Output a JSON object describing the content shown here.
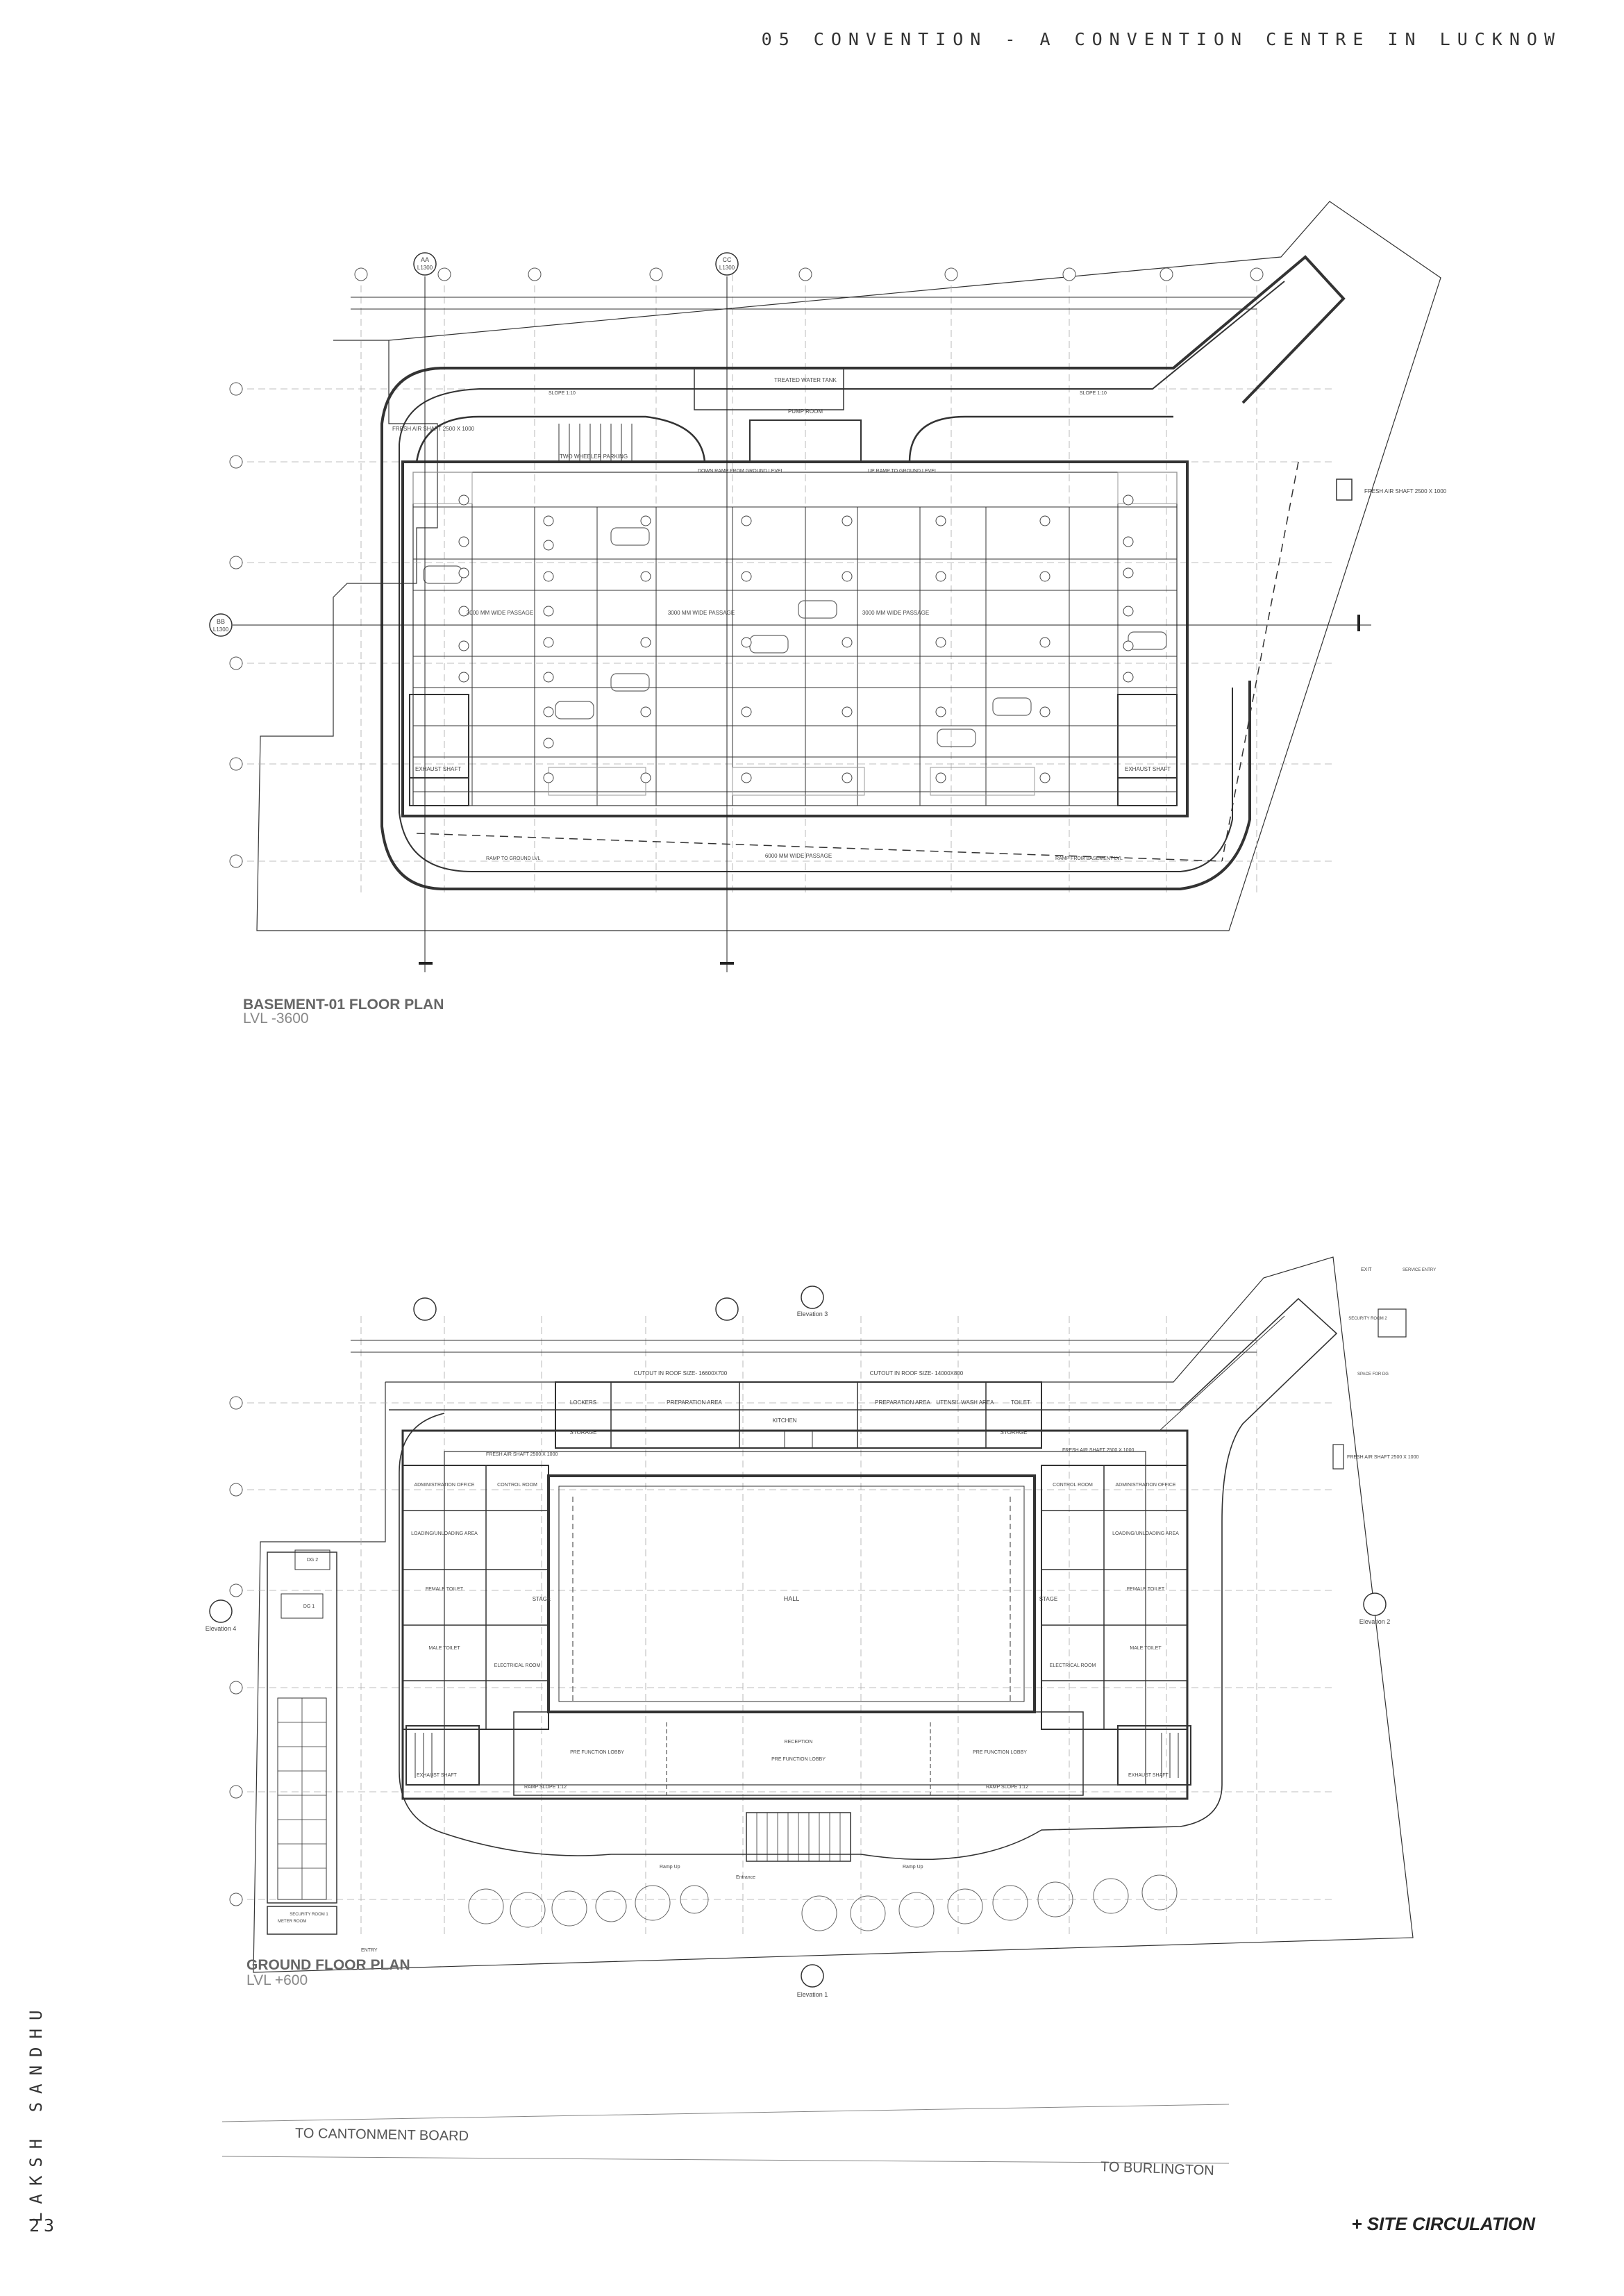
{
  "header": {
    "title": "05 CONVENTION - A CONVENTION CENTRE IN LUCKNOW"
  },
  "basement_plan": {
    "title": "BASEMENT-01 FLOOR PLAN",
    "level": "LVL -3600",
    "labels": {
      "passage_left": "3000 MM WIDE PASSAGE",
      "passage_mid": "3000 MM WIDE PASSAGE",
      "passage_right": "3000 MM WIDE PASSAGE",
      "passage_bottom": "6000 MM WIDE PASSAGE",
      "pump_room": "PUMP ROOM",
      "treated_water": "TREATED WATER TANK",
      "two_wheeler": "TWO WHEELER PARKING",
      "fresh_air_left": "FRESH AIR SHAFT 2500 X 1000",
      "fresh_air_right": "FRESH AIR SHAFT 2500 X 1000",
      "exhaust_left": "EXHAUST SHAFT",
      "exhaust_right": "EXHAUST SHAFT",
      "ramp_down": "DOWN RAMP FROM GROUND LEVEL",
      "ramp_up": "UP RAMP TO GROUND LEVEL",
      "slope_left": "SLOPE 1:10",
      "slope_right": "SLOPE 1:10",
      "ramp_to_ground": "RAMP TO GROUND LVL",
      "ramp_from_basement": "RAMP FROM BASEMENT LVL",
      "section_aa": "AA",
      "section_cc": "CC",
      "section_bb": "BB",
      "sheet_ref": "L1300"
    }
  },
  "ground_plan": {
    "title": "GROUND FLOOR PLAN",
    "level": "LVL +600",
    "labels": {
      "hall": "HALL",
      "stage_left": "STAGE",
      "stage_right": "STAGE",
      "kitchen": "KITCHEN",
      "prep_left": "PREPARATION AREA",
      "prep_right": "PREPARATION AREA",
      "storage_left": "STORAGE",
      "storage_right": "STORAGE",
      "lockers": "LOCKERS",
      "utensil_wash": "UTENSIL WASH AREA",
      "toilet": "TOILET",
      "admin_left": "ADMINISTRATION OFFICE",
      "admin_right": "ADMINISTRATION OFFICE",
      "control_left": "CONTROL ROOM",
      "control_right": "CONTROL ROOM",
      "loading_left": "LOADING/UNLOADING AREA",
      "loading_right": "LOADING/UNLOADING AREA",
      "female_left": "FEMALE TOILET",
      "female_right": "FEMALE TOILET",
      "male_left": "MALE TOILET",
      "male_right": "MALE TOILET",
      "electrical_left": "ELECTRICAL ROOM",
      "electrical_right": "ELECTRICAL ROOM",
      "exhaust_left": "EXHAUST SHAFT",
      "exhaust_right": "EXHAUST SHAFT",
      "fresh_air_1": "FRESH AIR SHAFT 2500 X 1000",
      "fresh_air_2": "FRESH AIR SHAFT 2500 X 1000",
      "fresh_air_3": "FRESH AIR SHAFT 2500 X 1000",
      "prefunction_left": "PRE FUNCTION LOBBY",
      "prefunction_mid": "PRE FUNCTION LOBBY",
      "prefunction_right": "PRE FUNCTION LOBBY",
      "reception": "RECEPTION",
      "ramp_left": "RAMP SLOPE 1:12",
      "ramp_right": "RAMP SLOPE 1:12",
      "cutout_left": "CUTOUT IN ROOF SIZE- 16600X700",
      "cutout_right": "CUTOUT IN ROOF SIZE- 14000X800",
      "security_left": "SECURITY ROOM 1",
      "security_right": "SECURITY ROOM 2",
      "metering": "METER ROOM",
      "entry": "ENTRY",
      "exit": "EXIT",
      "service_entry": "SERVICE ENTRY",
      "space_for_dg": "SPACE FOR DG",
      "dg1": "DG 1",
      "dg2": "DG 2",
      "elevation_1": "Elevation 1",
      "elevation_2": "Elevation 2",
      "elevation_3": "Elevation 3",
      "elevation_4": "Elevation 4",
      "entrance": "Entrance",
      "ramp_up": "Ramp Up"
    }
  },
  "roads": {
    "cantonment": "TO CANTONMENT BOARD",
    "burlington": "TO BURLINGTON"
  },
  "footer": {
    "author": "LAKSH SANDHU",
    "page": "23",
    "note": "+ SITE CIRCULATION"
  }
}
